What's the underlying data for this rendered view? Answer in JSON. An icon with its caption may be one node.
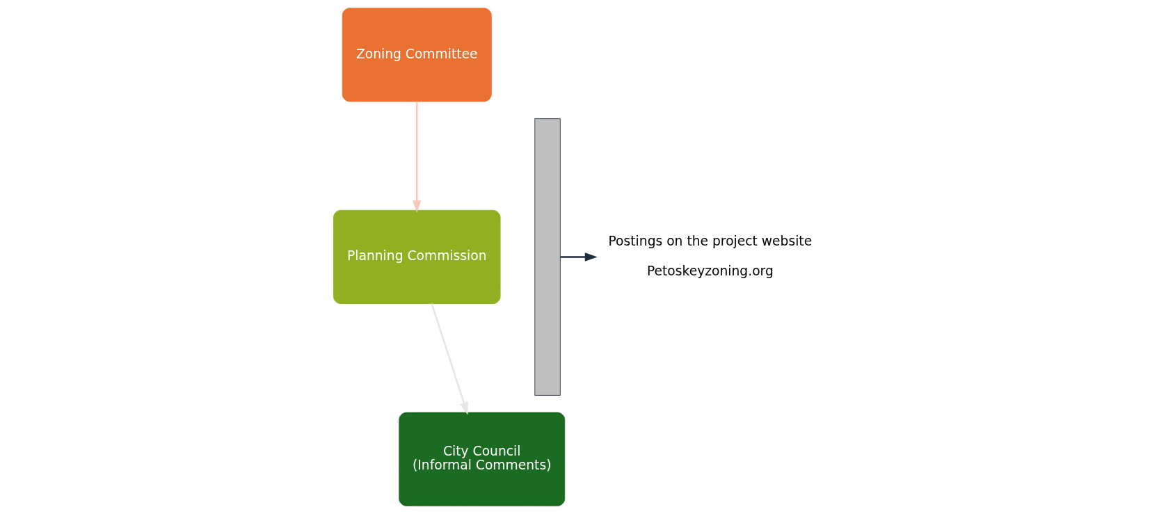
{
  "diagram": {
    "nodes": [
      {
        "text": [
          "Zoning Committee"
        ]
      },
      {
        "text": [
          "Planning Commission"
        ]
      },
      {
        "text": [
          "City Council",
          "(Informal Comments)"
        ]
      },
      {
        "text": [],
        "shape": "bar"
      },
      {
        "text": [
          "Postings on the project website",
          "Petoskeyzoning.org"
        ]
      }
    ],
    "edges": [
      {
        "from": 0,
        "to": 1,
        "arrow": "to",
        "color": "#f4c9bd"
      },
      {
        "from": 1,
        "to": 2,
        "arrow": "to",
        "color": "#e3e8e3"
      },
      {
        "from": 3,
        "to": 4,
        "arrow": "to",
        "color": "#1f2d3d"
      }
    ]
  }
}
